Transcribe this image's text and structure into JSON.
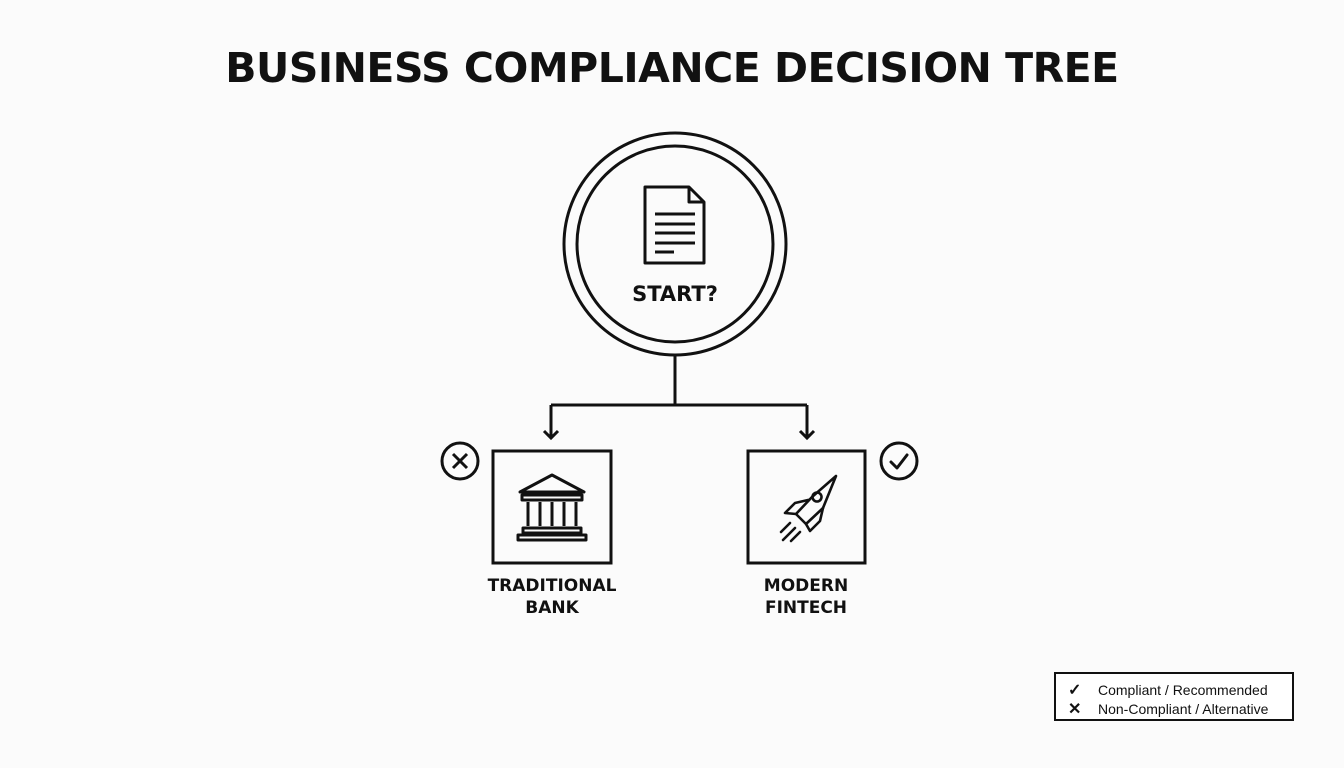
{
  "title": "BUSINESS COMPLIANCE DECISION TREE",
  "root": {
    "label": "START?",
    "icon": "document-icon"
  },
  "options": [
    {
      "label_line1": "TRADITIONAL",
      "label_line2": "BANK",
      "icon": "bank-icon",
      "status": "non-compliant",
      "status_icon": "x-circle-icon"
    },
    {
      "label_line1": "MODERN",
      "label_line2": "FINTECH",
      "icon": "rocket-icon",
      "status": "compliant",
      "status_icon": "check-circle-icon"
    }
  ],
  "legend": {
    "items": [
      {
        "symbol": "✓",
        "label": "Compliant / Recommended"
      },
      {
        "symbol": "✕",
        "label": "Non-Compliant / Alternative"
      }
    ]
  },
  "colors": {
    "stroke": "#111111",
    "background": "#fbfbfb"
  }
}
